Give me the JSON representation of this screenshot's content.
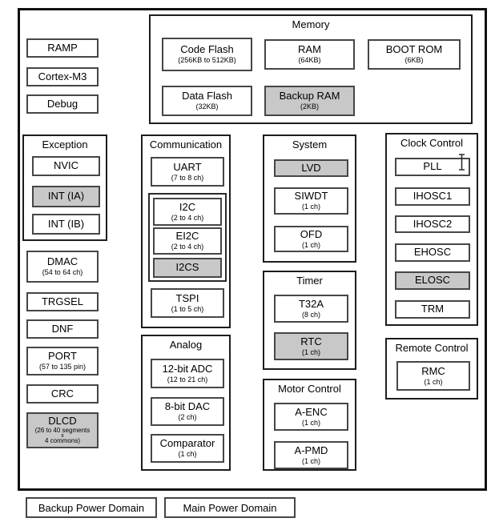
{
  "colors": {
    "backup_domain_fill": "#c8c8c8",
    "main_domain_fill": "#ffffff",
    "box_border": "#464646",
    "group_border": "#1d1d1d",
    "frame_border": "#101010"
  },
  "cpu": {
    "ramp": {
      "label": "RAMP"
    },
    "cortex": {
      "label": "Cortex-M3"
    },
    "debug": {
      "label": "Debug"
    }
  },
  "memory": {
    "title": "Memory",
    "code_flash": {
      "label": "Code Flash",
      "sub": "(256KB to 512KB)"
    },
    "ram": {
      "label": "RAM",
      "sub": "(64KB)"
    },
    "boot_rom": {
      "label": "BOOT ROM",
      "sub": "(6KB)"
    },
    "data_flash": {
      "label": "Data Flash",
      "sub": "(32KB)"
    },
    "backup_ram": {
      "label": "Backup RAM",
      "sub": "(2KB)",
      "domain": "backup"
    }
  },
  "exception": {
    "title": "Exception",
    "nvic": {
      "label": "NVIC"
    },
    "int_ia": {
      "label": "INT (IA)",
      "domain": "backup"
    },
    "int_ib": {
      "label": "INT (IB)"
    }
  },
  "peripherals_left": {
    "dmac": {
      "label": "DMAC",
      "sub": "(54 to 64 ch)"
    },
    "trgsel": {
      "label": "TRGSEL"
    },
    "dnf": {
      "label": "DNF"
    },
    "port": {
      "label": "PORT",
      "sub": "(57 to 135 pin)"
    },
    "crc": {
      "label": "CRC"
    },
    "dlcd": {
      "label": "DLCD",
      "sub_line1": "(26 to 40 segments",
      "sub_line2": "x",
      "sub_line3": "4 commons)",
      "domain": "backup"
    }
  },
  "communication": {
    "title": "Communication",
    "uart": {
      "label": "UART",
      "sub": "(7 to 8 ch)"
    },
    "i2c": {
      "label": "I2C",
      "sub": "(2 to 4 ch)"
    },
    "ei2c": {
      "label": "EI2C",
      "sub": "(2 to 4 ch)"
    },
    "i2cs": {
      "label": "I2CS",
      "domain": "backup"
    },
    "tspi": {
      "label": "TSPI",
      "sub": "(1 to 5 ch)"
    }
  },
  "analog": {
    "title": "Analog",
    "adc": {
      "label": "12-bit ADC",
      "sub": "(12 to 21 ch)"
    },
    "dac": {
      "label": "8-bit DAC",
      "sub": "(2 ch)"
    },
    "comparator": {
      "label": "Comparator",
      "sub": "(1 ch)"
    }
  },
  "system": {
    "title": "System",
    "lvd": {
      "label": "LVD",
      "domain": "backup"
    },
    "siwdt": {
      "label": "SIWDT",
      "sub": "(1 ch)"
    },
    "ofd": {
      "label": "OFD",
      "sub": "(1 ch)"
    }
  },
  "timer": {
    "title": "Timer",
    "t32a": {
      "label": "T32A",
      "sub": "(8 ch)"
    },
    "rtc": {
      "label": "RTC",
      "sub": "(1 ch)",
      "domain": "backup"
    }
  },
  "motor_control": {
    "title": "Motor Control",
    "a_enc": {
      "label": "A-ENC",
      "sub": "(1 ch)"
    },
    "a_pmd": {
      "label": "A-PMD",
      "sub": "(1 ch)"
    }
  },
  "clock_control": {
    "title": "Clock Control",
    "pll": {
      "label": "PLL"
    },
    "ihosc1": {
      "label": "IHOSC1"
    },
    "ihosc2": {
      "label": "IHOSC2"
    },
    "ehosc": {
      "label": "EHOSC"
    },
    "elosc": {
      "label": "ELOSC",
      "domain": "backup"
    },
    "trm": {
      "label": "TRM"
    }
  },
  "remote_control": {
    "title": "Remote Control",
    "rmc": {
      "label": "RMC",
      "sub": "(1 ch)"
    }
  },
  "legend": {
    "backup": {
      "label": "Backup Power Domain",
      "domain": "backup"
    },
    "main": {
      "label": "Main Power Domain",
      "domain": "main"
    }
  }
}
